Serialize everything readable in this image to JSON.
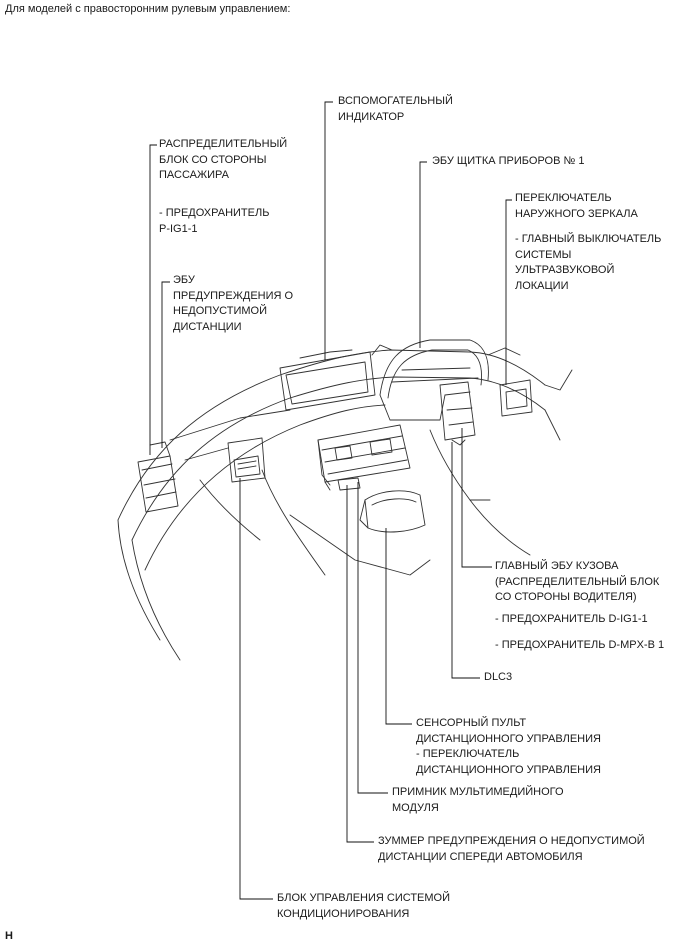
{
  "heading": "Для моделей с правосторонним рулевым управлением:",
  "footer_code": "H",
  "labels": {
    "aux_indicator": "ВСПОМОГАТЕЛЬНЫЙ\nИНДИКАТОР",
    "passenger_junction": "РАСПРЕДЕЛИТЕЛЬНЫЙ\nБЛОК СО СТОРОНЫ\nПАССАЖИРА",
    "passenger_fuse": "- ПРЕДОХРАНИТЕЛЬ\nP-IG1-1",
    "meter_ecu": "ЭБУ ЩИТКА ПРИБОРОВ № 1",
    "mirror_switch": "ПЕРЕКЛЮЧАТЕЛЬ\nНАРУЖНОГО ЗЕРКАЛА",
    "sonar_switch": "- ГЛАВНЫЙ ВЫКЛЮЧАТЕЛЬ\nСИСТЕМЫ\nУЛЬТРАЗВУКОВОЙ\nЛОКАЦИИ",
    "clearance_ecu": "ЭБУ\nПРЕДУПРЕЖДЕНИЯ О\nНЕДОПУСТИМОЙ\nДИСТАНЦИИ",
    "main_body_ecu": "ГЛАВНЫЙ ЭБУ КУЗОВА\n(РАСПРЕДЕЛИТЕЛЬНЫЙ БЛОК\nСО СТОРОНЫ ВОДИТЕЛЯ)",
    "driver_fuse_ig": "- ПРЕДОХРАНИТЕЛЬ D-IG1-1",
    "driver_fuse_mpx": "- ПРЕДОХРАНИТЕЛЬ D-MPX-B 1",
    "dlc3": "DLC3",
    "touch_pad": "СЕНСОРНЫЙ ПУЛЬТ\nДИСТАНЦИОННОГО УПРАВЛЕНИЯ",
    "touch_pad_switch": "- ПЕРЕКЛЮЧАТЕЛЬ\nДИСТАНЦИОННОГО УПРАВЛЕНИЯ",
    "media_receiver": "ПРИМНИК МУЛЬТИМЕДИЙНОГО\nМОДУЛЯ",
    "front_buzzer": "ЗУММЕР ПРЕДУПРЕЖДЕНИЯ О НЕДОПУСТИМОЙ\nДИСТАНЦИИ СПЕРЕДИ АВТОМОБИЛЯ",
    "ac_control": "БЛОК УПРАВЛЕНИЯ СИСТЕМОЙ\nКОНДИЦИОНИРОВАНИЯ"
  }
}
